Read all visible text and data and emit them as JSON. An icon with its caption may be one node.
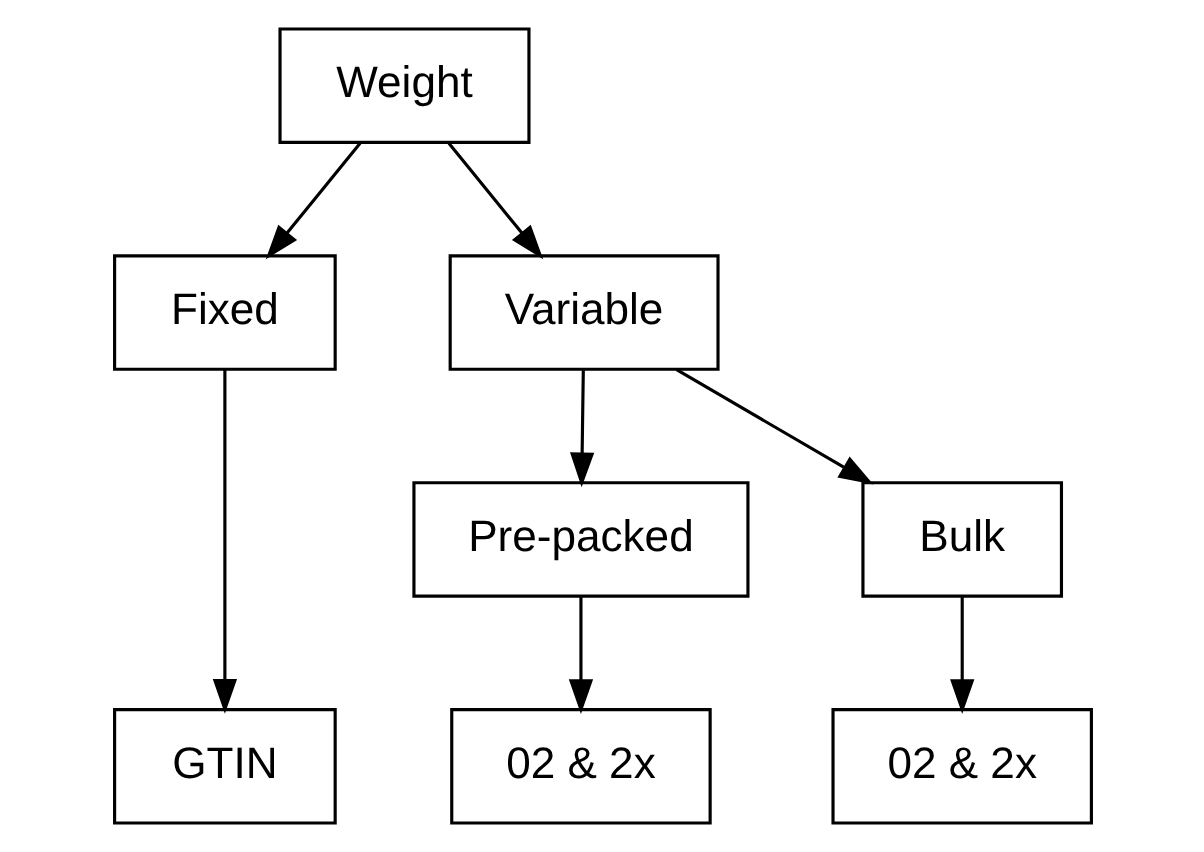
{
  "diagram": {
    "nodes": [
      {
        "text": [
          "Weight"
        ]
      },
      {
        "text": [
          "Fixed"
        ]
      },
      {
        "text": [
          "Variable"
        ]
      },
      {
        "text": [
          "Pre-packed"
        ]
      },
      {
        "text": [
          "Bulk"
        ]
      },
      {
        "text": [
          "GTIN"
        ]
      },
      {
        "text": [
          "02 & 2x"
        ]
      },
      {
        "text": [
          "02 & 2x"
        ]
      }
    ],
    "edges": [
      {
        "from": 0,
        "to": 1,
        "arrow": "to"
      },
      {
        "from": 0,
        "to": 2,
        "arrow": "to"
      },
      {
        "from": 1,
        "to": 5,
        "arrow": "to"
      },
      {
        "from": 2,
        "to": 3,
        "arrow": "to"
      },
      {
        "from": 2,
        "to": 4,
        "arrow": "to"
      },
      {
        "from": 3,
        "to": 6,
        "arrow": "to"
      },
      {
        "from": 4,
        "to": 7,
        "arrow": "to"
      }
    ]
  }
}
